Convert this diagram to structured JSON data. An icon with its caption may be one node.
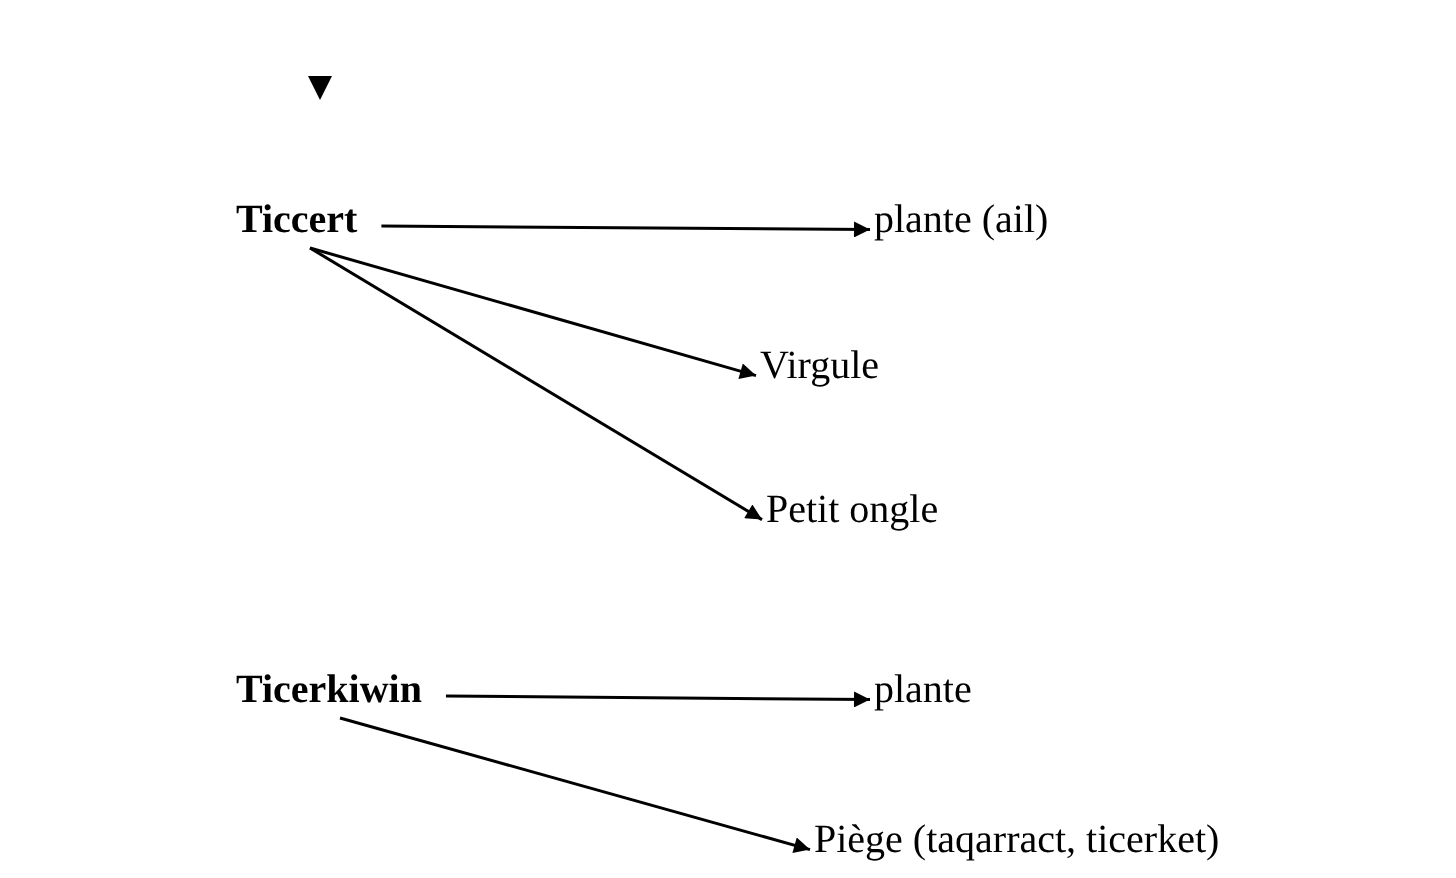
{
  "diagram": {
    "nodes": [
      {
        "text": [
          "Ticcert"
        ]
      },
      {
        "text": [
          "plante  (ail)"
        ]
      },
      {
        "text": [
          "Virgule"
        ]
      },
      {
        "text": [
          "Petit ongle"
        ]
      },
      {
        "text": [
          "Ticerkiwin"
        ]
      },
      {
        "text": [
          "plante"
        ]
      },
      {
        "text": [
          "Piège (taqarract, ticerket)"
        ]
      }
    ],
    "edges": [
      {
        "from": 0,
        "to": 1,
        "arrow": "to"
      },
      {
        "from": 0,
        "to": 2,
        "arrow": "to"
      },
      {
        "from": 0,
        "to": 3,
        "arrow": "to"
      },
      {
        "from": 4,
        "to": 5,
        "arrow": "to"
      },
      {
        "from": 4,
        "to": 6,
        "arrow": "to"
      }
    ]
  }
}
